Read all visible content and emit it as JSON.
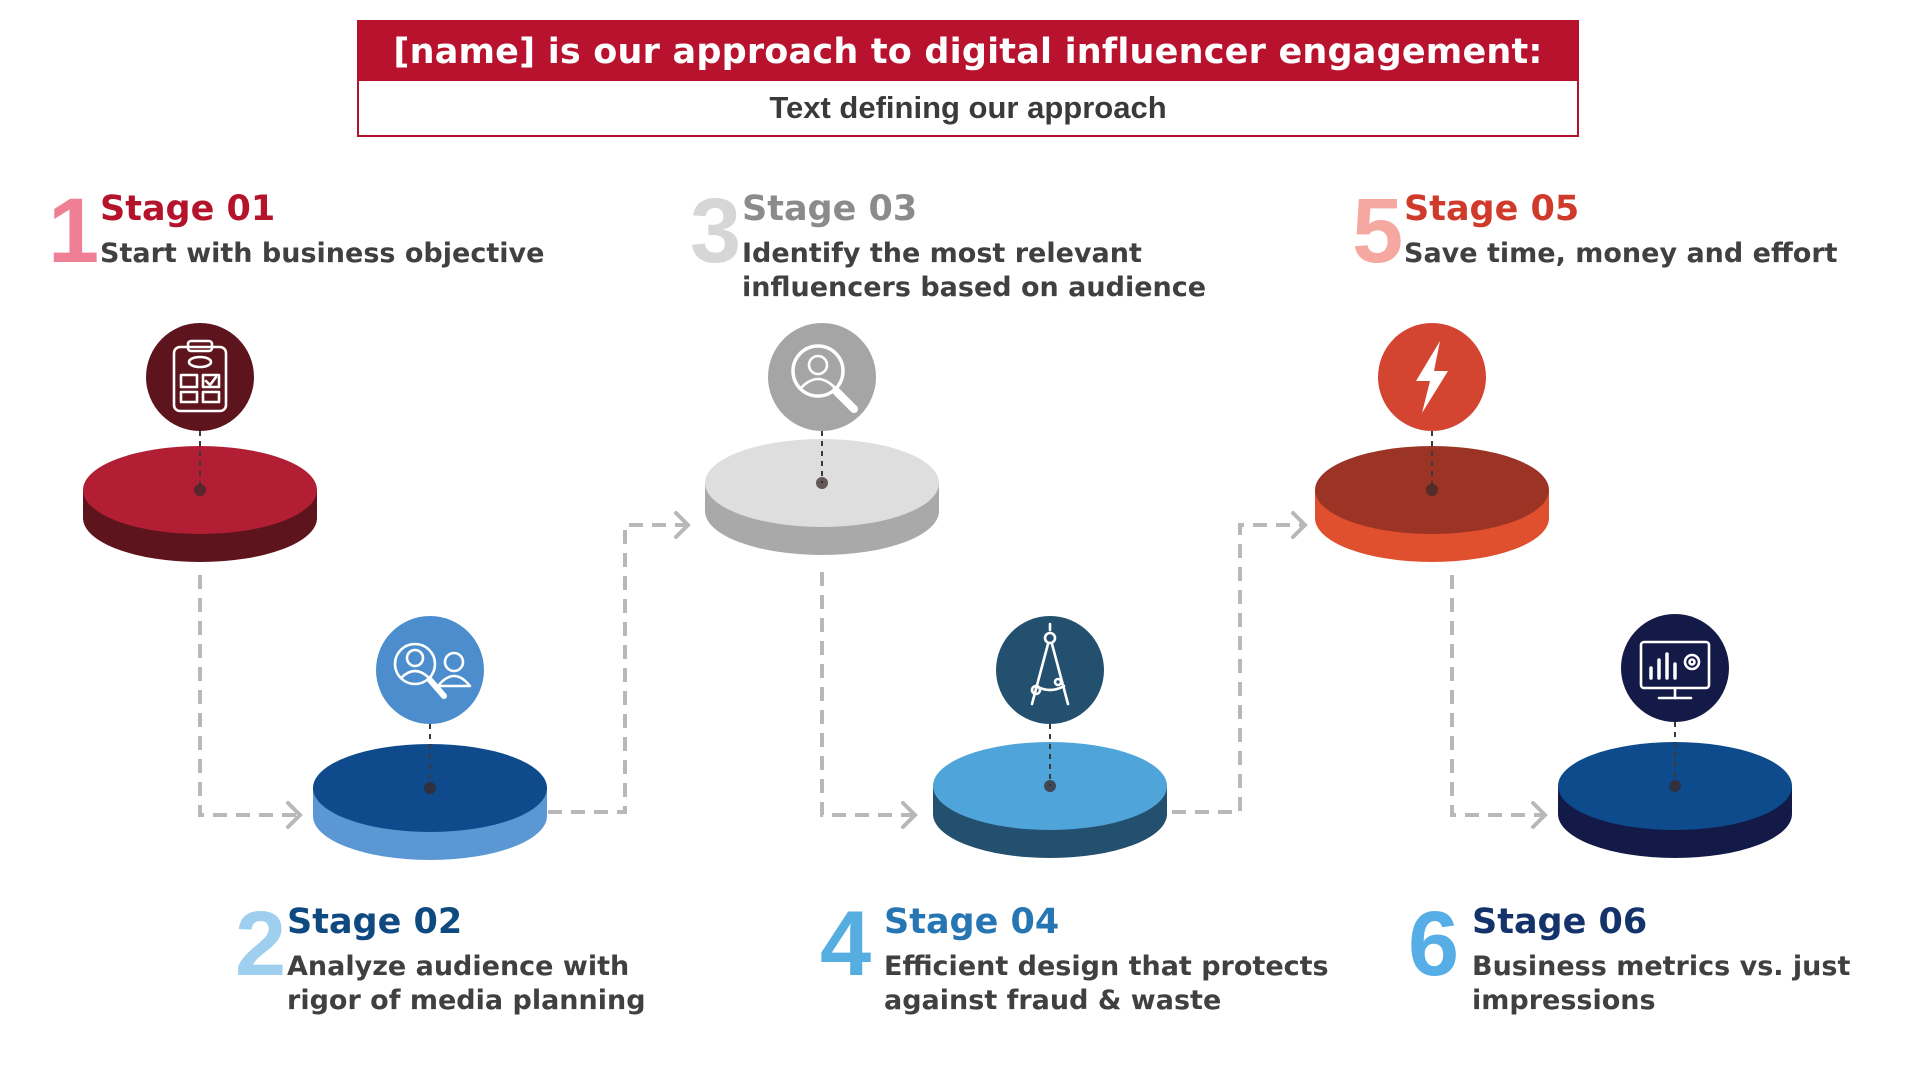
{
  "header": {
    "title": "[name] is our approach to digital influencer engagement:",
    "subtitle": "Text defining our approach"
  },
  "stages": [
    {
      "number": "1",
      "title": "Stage 01",
      "description": [
        "Start with business objective"
      ],
      "icon": "clipboard-checklist-icon",
      "numColor": "#ee7f95",
      "titleColor": "#b5122c",
      "iconBg": "#5e141d",
      "discTop": "#b21f35",
      "discSide": "#5e141d"
    },
    {
      "number": "2",
      "title": "Stage 02",
      "description": [
        "Analyze audience with",
        "rigor of media planning"
      ],
      "icon": "people-search-icon",
      "numColor": "#9fcfef",
      "titleColor": "#0e4a80",
      "iconBg": "#4c8dcd",
      "discTop": "#0e4a8c",
      "discSide": "#5b97d3"
    },
    {
      "number": "3",
      "title": "Stage 03",
      "description": [
        "Identify the most relevant",
        "influencers based on audience"
      ],
      "icon": "person-magnifier-icon",
      "numColor": "#d6d6d6",
      "titleColor": "#8b8b8b",
      "iconBg": "#a5a5a5",
      "discTop": "#dedede",
      "discSide": "#a9a9a9"
    },
    {
      "number": "4",
      "title": "Stage 04",
      "description": [
        "Efficient design that protects",
        "against fraud & waste"
      ],
      "icon": "compass-tool-icon",
      "numColor": "#56aee0",
      "titleColor": "#2676b4",
      "iconBg": "#23506e",
      "discTop": "#4fa5da",
      "discSide": "#23506e"
    },
    {
      "number": "5",
      "title": "Stage 05",
      "description": [
        "Save time, money and effort"
      ],
      "icon": "lightning-bolt-icon",
      "numColor": "#f4a8a0",
      "titleColor": "#cf3a2a",
      "iconBg": "#d34531",
      "discTop": "#9b3424",
      "discSide": "#e0502f"
    },
    {
      "number": "6",
      "title": "Stage 06",
      "description": [
        "Business metrics vs. just",
        "impressions"
      ],
      "icon": "monitor-chart-icon",
      "numColor": "#57aee6",
      "titleColor": "#13336a",
      "iconBg": "#131a48",
      "discTop": "#0e4b8c",
      "discSide": "#131a48"
    }
  ]
}
